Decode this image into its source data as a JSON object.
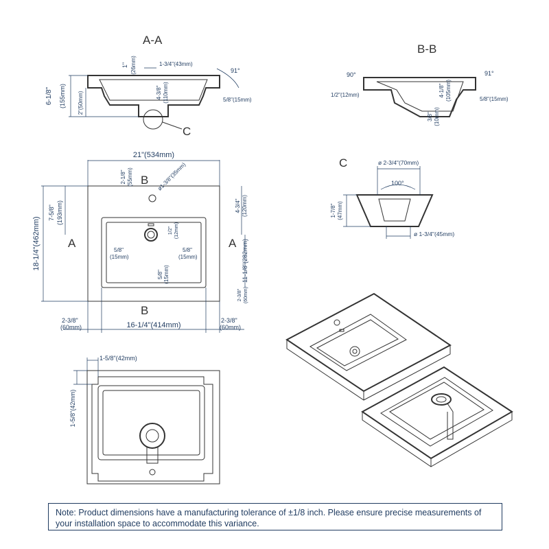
{
  "sections": {
    "aa_title": "A-A",
    "bb_title": "B-B",
    "c_title": "C",
    "a_left": "A",
    "a_right": "A",
    "b_top": "B",
    "b_bottom": "B"
  },
  "section_aa": {
    "dim_height": "6-1/8\"",
    "dim_height_mm": "(155mm)",
    "dim_inner_height": "2\"(50mm)",
    "dim_top": "1\"",
    "dim_top_mm": "(26mm)",
    "dim_offset": "1-3/4\"(43mm)",
    "dim_bowl_depth": "4-3/8\"",
    "dim_bowl_depth_mm": "(110mm)",
    "dim_lip": "5/8\"(15mm)",
    "angle": "91°"
  },
  "section_bb": {
    "angle_left": "90°",
    "angle_right": "91°",
    "dim_left": "1/2\"(12mm)",
    "dim_depth": "4-1/8\"",
    "dim_depth_mm": "(105mm)",
    "dim_lip": "5/8\"(15mm)",
    "dim_drain": "3/8\"",
    "dim_drain_mm": "(10mm)"
  },
  "detail_c": {
    "dim_top": "ø 2-3/4\"(70mm)",
    "angle": "100°",
    "dim_height": "1-7/8\"",
    "dim_height_mm": "(47mm)",
    "dim_bottom": "ø 1-3/4\"(45mm)"
  },
  "top_view": {
    "width": "21\"(534mm)",
    "depth": "18-1/4\"(462mm)",
    "faucet_offset": "2-1/8\"",
    "faucet_offset_mm": "(55mm)",
    "faucet_hole": "ø1-3/8\"(35mm)",
    "bowl_offset": "7-5/8\"",
    "bowl_offset_mm": "(193mm)",
    "right_top": "4-3/4\"",
    "right_top_mm": "(120mm)",
    "overflow": "1/2\"",
    "overflow_mm": "(12mm)",
    "inner_left": "5/8\"",
    "inner_left_mm": "(15mm)",
    "inner_right": "5/8\"",
    "inner_right_mm": "(15mm)",
    "inner_bottom": "5/8\"",
    "inner_bottom_mm": "(15mm)",
    "bowl_depth": "11-1/8\"(282mm)",
    "front_margin": "2-3/8\"",
    "front_margin_mm": "(60mm)",
    "side_left": "2-3/8\"",
    "side_left_mm": "(60mm)",
    "bowl_width": "16-1/4\"(414mm)",
    "side_right": "2-3/8\"",
    "side_right_mm": "(60mm)"
  },
  "bottom_view": {
    "dim_horizontal": "1-5/8\"(42mm)",
    "dim_vertical": "1-5/8\"(42mm)"
  },
  "note": "Note: Product dimensions have a manufacturing tolerance of ±1/8 inch. Please ensure precise measurements of your installation space to accommodate this variance.",
  "colors": {
    "line": "#333333",
    "dimension": "#1e3a5f",
    "background": "#ffffff"
  }
}
